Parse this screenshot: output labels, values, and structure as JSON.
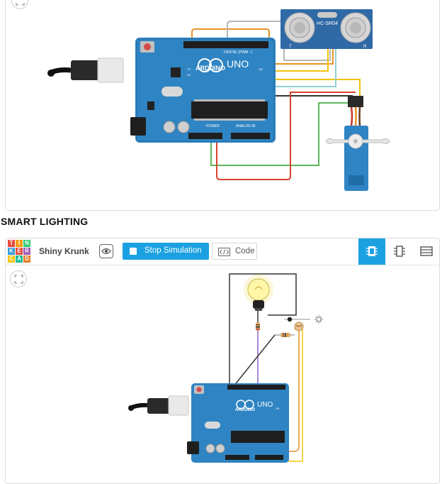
{
  "section_title": "SMART LIGHTING",
  "toolbar": {
    "logo_letters": [
      "T",
      "I",
      "N",
      "K",
      "E",
      "R",
      "C",
      "A",
      "D"
    ],
    "project_name": "Shiny Krunk",
    "stop_simulation_label": "Stop Simulation",
    "code_label": "Code"
  },
  "board": {
    "brand": "ARDUINO",
    "model": "UNO",
    "digital_label": "DIGITAL (PWM ~)",
    "power_label": "POWER",
    "analog_label": "ANALOG IN",
    "tx_label": "TX",
    "rx_label": "RX",
    "on_label": "ON"
  },
  "sensor": {
    "model": "HC-SR04",
    "left_mark": "T",
    "right_mark": "R"
  },
  "colors": {
    "accent": "#1ba1e2",
    "board": "#2f84c3",
    "wire_orange": "#e8922a",
    "wire_red": "#d8432c",
    "wire_green": "#5cb85c",
    "wire_yellow": "#f2c30e",
    "wire_gray": "#b8b8b8",
    "wire_teal": "#8fd1d8",
    "wire_black": "#333333",
    "wire_purple": "#8e62c7"
  }
}
